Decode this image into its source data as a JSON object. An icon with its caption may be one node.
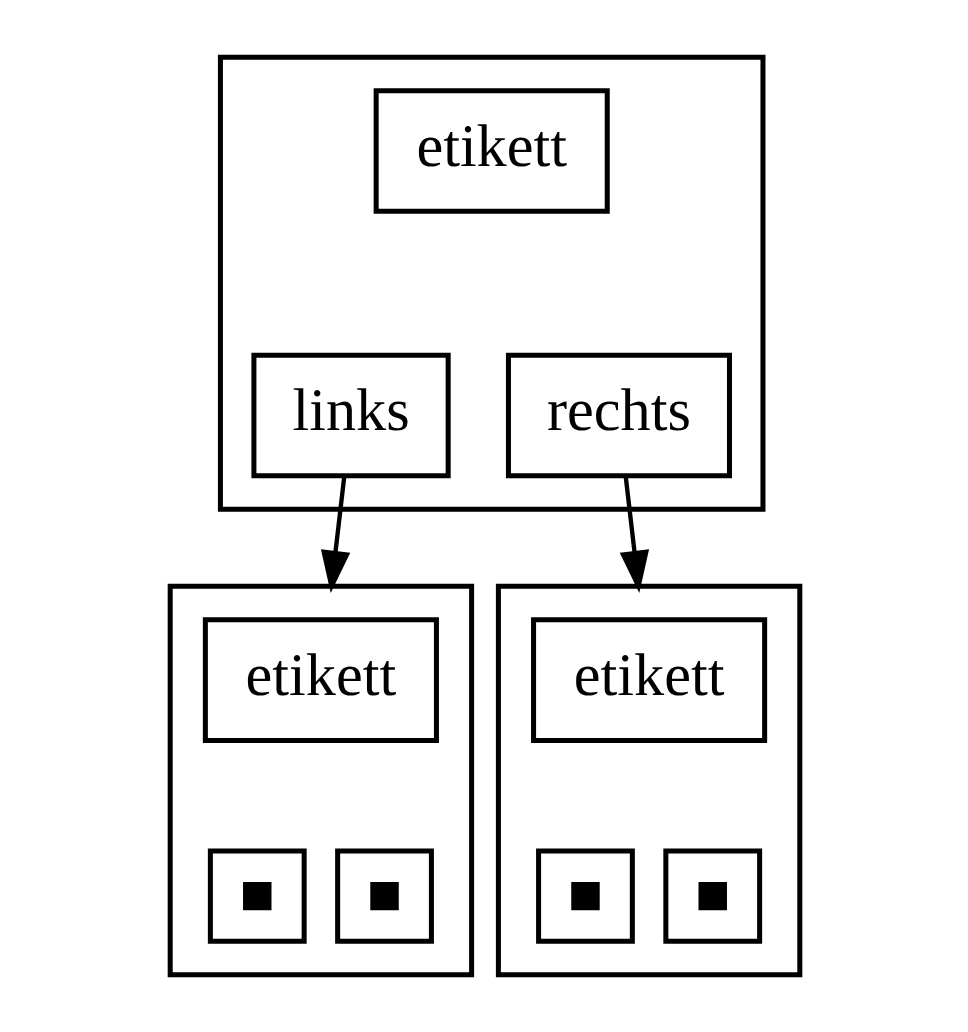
{
  "diagram": {
    "nodes": [
      {
        "text": [],
        "shape": "box"
      },
      {
        "text": [
          "etikett"
        ],
        "in": 0
      },
      {
        "text": [
          "links"
        ],
        "in": 0
      },
      {
        "text": [
          "rechts"
        ],
        "in": 0
      },
      {
        "text": [],
        "shape": "box"
      },
      {
        "text": [
          "etikett"
        ],
        "in": 4
      },
      {
        "text": [],
        "shape": "box",
        "in": 4
      },
      {
        "text": [],
        "shape": "square",
        "in": 6
      },
      {
        "text": [],
        "shape": "box",
        "in": 4
      },
      {
        "text": [],
        "shape": "square",
        "in": 8
      },
      {
        "text": [],
        "shape": "box"
      },
      {
        "text": [
          "etikett"
        ],
        "in": 10
      },
      {
        "text": [],
        "shape": "box",
        "in": 10
      },
      {
        "text": [],
        "shape": "square",
        "in": 12
      },
      {
        "text": [],
        "shape": "box",
        "in": 10
      },
      {
        "text": [],
        "shape": "square",
        "in": 14
      }
    ],
    "edges": [
      {
        "from": 2,
        "to": 4,
        "arrow": "to"
      },
      {
        "from": 3,
        "to": 10,
        "arrow": "to"
      }
    ]
  }
}
